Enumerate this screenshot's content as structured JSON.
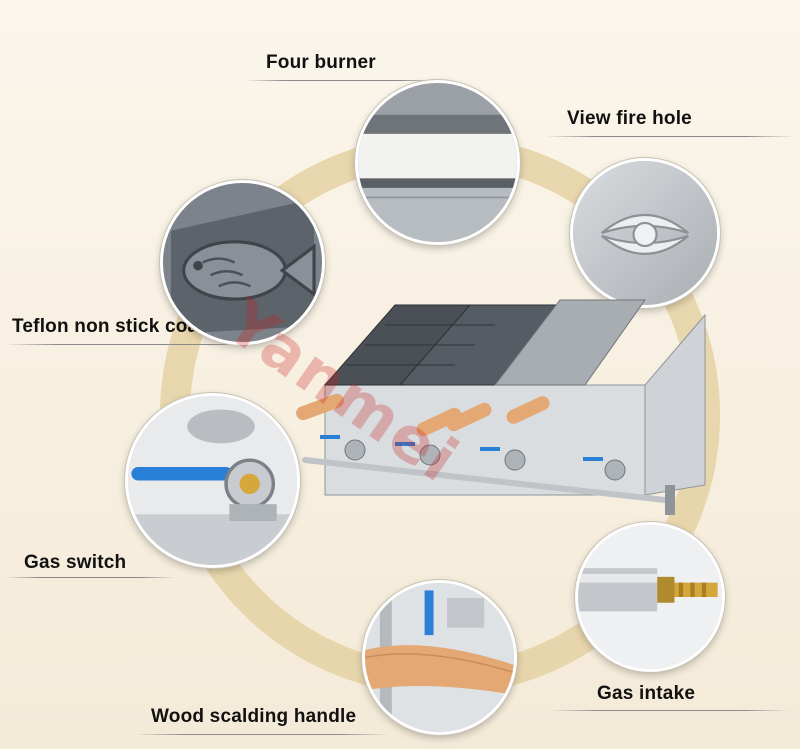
{
  "labels": {
    "four_burner": "Four burner",
    "view_fire_hole": "View fire hole",
    "teflon": "Teflon non stick coating",
    "gas_switch": "Gas switch",
    "gas_intake": "Gas intake",
    "wood_handle": "Wood scalding handle"
  },
  "watermark": "Yanmei",
  "colors": {
    "ring": "#e6d3a6",
    "handle_wood": "#e3a874",
    "valve_blue": "#2a7fd6",
    "steel": "#c9ccd0",
    "watermark": "#c81e1e"
  }
}
